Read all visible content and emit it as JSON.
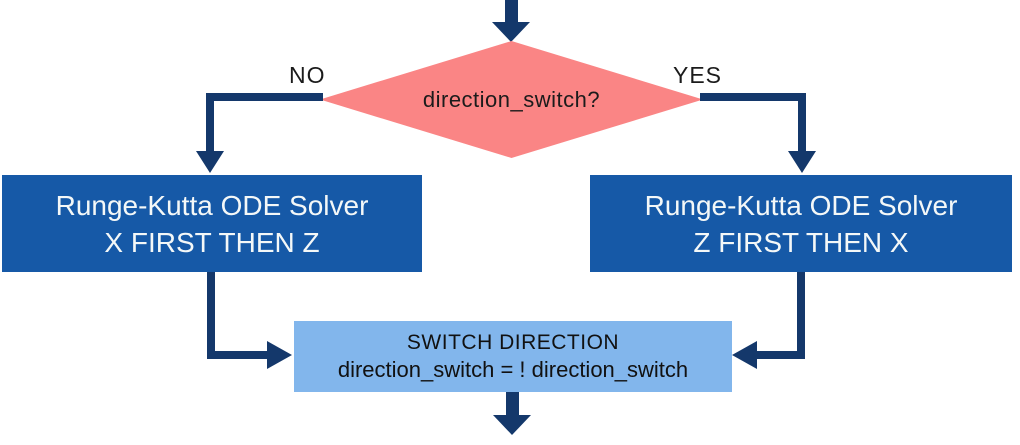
{
  "diagram": {
    "type": "flowchart",
    "decision": {
      "label": "direction_switch?"
    },
    "branch_no": {
      "label": "NO"
    },
    "branch_yes": {
      "label": "YES"
    },
    "box_left": {
      "line1": "Runge-Kutta ODE Solver",
      "line2": "X FIRST THEN Z"
    },
    "box_right": {
      "line1": "Runge-Kutta ODE Solver",
      "line2": "Z FIRST THEN X"
    },
    "box_switch": {
      "line1": "SWITCH DIRECTION",
      "line2": "direction_switch = ! direction_switch"
    },
    "colors": {
      "decision_fill": "#FA8585",
      "process_fill": "#1659A7",
      "switch_fill": "#82B6EC",
      "arrow": "#14386B",
      "process_text": "#F4F8F8",
      "label_text": "#1b1b1b"
    },
    "edges": [
      "entry -> decision",
      "decision -NO-> box_left",
      "decision -YES-> box_right",
      "box_left -> box_switch",
      "box_right -> box_switch",
      "box_switch -> exit"
    ]
  }
}
